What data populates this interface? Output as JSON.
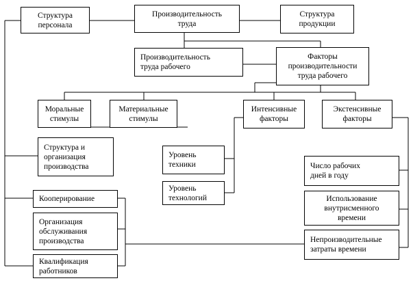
{
  "diagram": {
    "nodes": {
      "staff_structure": "Структура\nперсонала",
      "labor_productivity": "Производительность\nтруда",
      "product_structure": "Структура\nпродукции",
      "worker_productivity": "Производительность\nтруда рабочего",
      "worker_productivity_factors": "Факторы\nпроизводительности\nтруда рабочего",
      "moral_incentives": "Моральные\nстимулы",
      "material_incentives": "Материальные\nстимулы",
      "intensive_factors": "Интенсивные\nфакторы",
      "extensive_factors": "Экстенсивные\nфакторы",
      "production_organization": "Структура и\nорганизация\nпроизводства",
      "technical_level": "Уровень\nтехники",
      "technology_level": "Уровень\nтехнологий",
      "working_days": "Число рабочих\nдней в году",
      "intrashift_time": "Использование\nвнутрисменного\nвремени",
      "cooperation": "Кооперирование",
      "production_service": "Организация\nобслуживания\nпроизводства",
      "unproductive_time": "Непроизводительные\nзатраты времени",
      "worker_qualification": "Квалификация\nработников"
    }
  }
}
